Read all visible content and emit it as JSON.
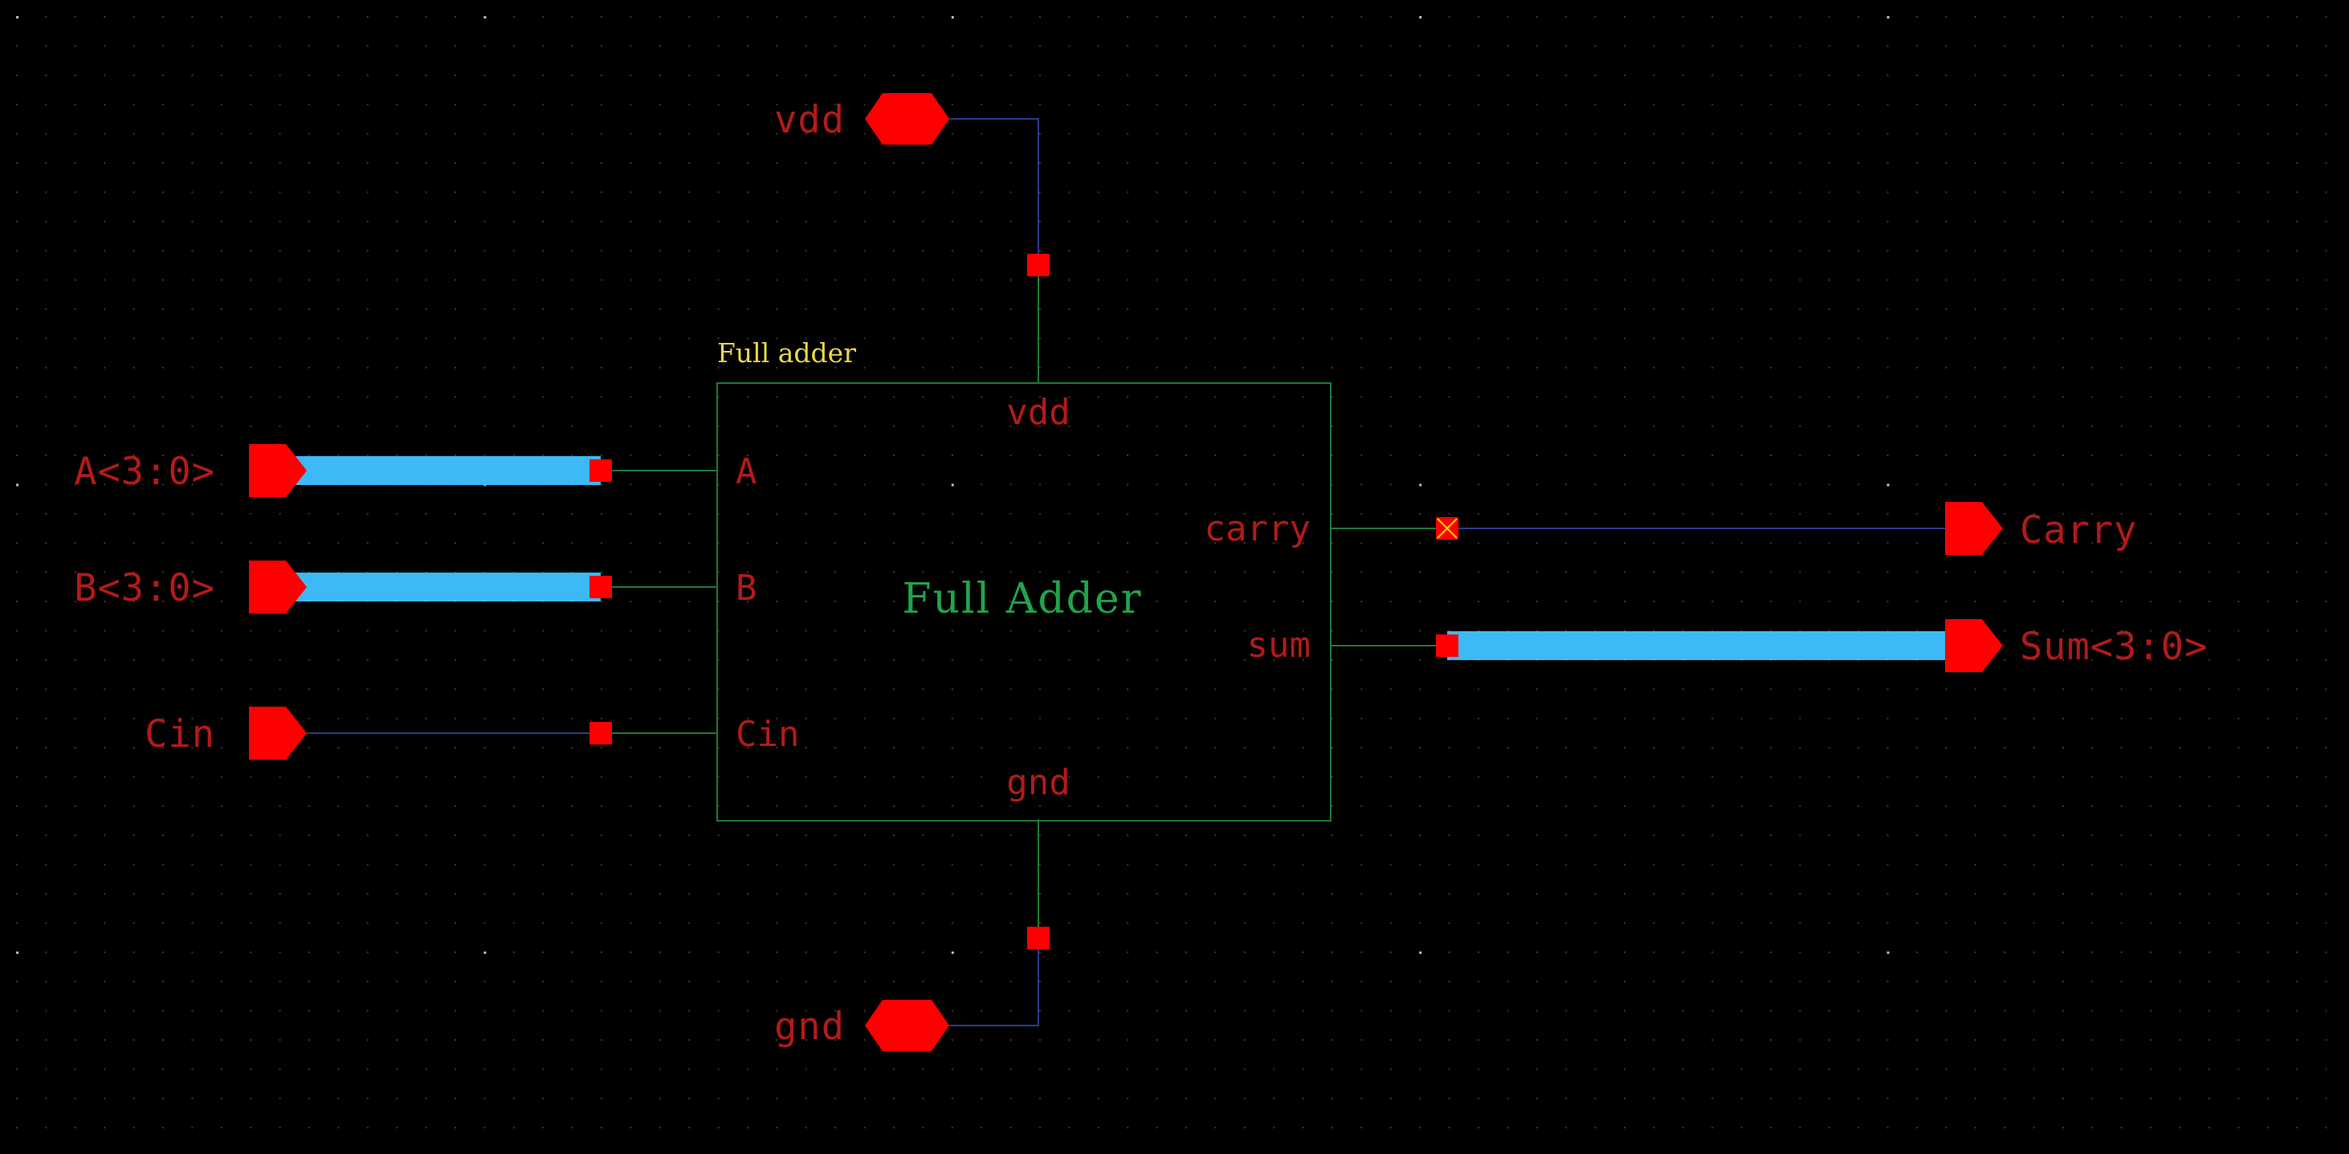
{
  "colors": {
    "background": "#000000",
    "grid_dot": "#3a3a3a",
    "grid_dot_major": "#bdbdbd",
    "wire": "#2a3a8c",
    "block_wire": "#1f7a3a",
    "bus": "#3db9f5",
    "pin": "#ff0000",
    "pin_text": "#b31a1a",
    "block_outline": "#1f7a3a",
    "block_title": "#22a34a",
    "instance_label": "#e8d84a"
  },
  "block": {
    "instance_name": "Full adder",
    "title": "Full Adder",
    "ports": {
      "vdd": "vdd",
      "A": "A",
      "B": "B",
      "Cin": "Cin",
      "carry": "carry",
      "sum": "sum",
      "gnd": "gnd"
    }
  },
  "pins": {
    "vdd": "vdd",
    "gnd": "gnd",
    "A": "A<3:0>",
    "B": "B<3:0>",
    "Cin": "Cin",
    "Carry": "Carry",
    "Sum": "Sum<3:0>"
  },
  "icons": {
    "input_pin": "pentagon-arrow-right",
    "inout_pin": "hexagon",
    "output_pin": "pentagon-arrow-right",
    "wire_end": "red-square",
    "unconnected_end": "crossed-square"
  }
}
